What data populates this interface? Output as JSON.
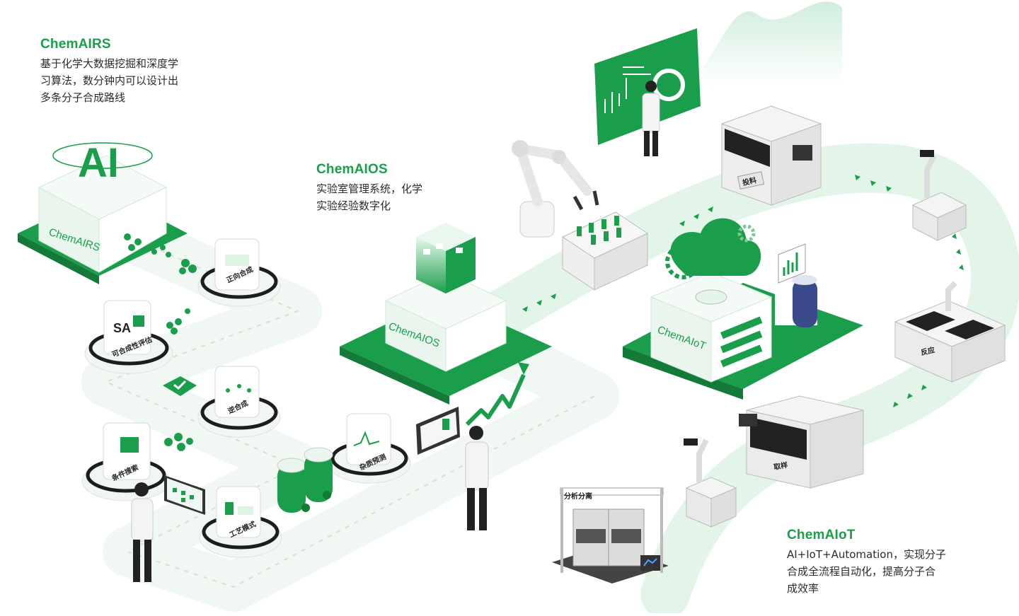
{
  "chemairs": {
    "title": "ChemAIRS",
    "desc": [
      "基于化学大数据挖掘和深度学",
      "习算法，数分钟内可以设计出",
      "多条分子合成路线"
    ],
    "logo_letters": "AI",
    "brand": "ChemAIRS"
  },
  "chemaios": {
    "title": "ChemAIOS",
    "desc": [
      "实验室管理系统，化学",
      "实验经验数字化"
    ],
    "brand": "ChemAIOS"
  },
  "chemaiot": {
    "title": "ChemAIoT",
    "desc": [
      "AI+IoT+Automation，实现分子",
      "合成全流程自动化，提高分子合",
      "成效率"
    ],
    "brand": "ChemAIoT"
  },
  "modules": {
    "forward": "正向合成",
    "sa_letters": "SA",
    "sa": "可合成性评估",
    "retro": "逆合成",
    "condition": "条件搜索",
    "process": "工艺模式",
    "impurity": "杂质预测"
  },
  "stations": {
    "feed": "投料",
    "reaction": "反应",
    "sampling": "取样",
    "analysis": "分析分离"
  },
  "colors": {
    "green": "#1a9e4b",
    "light_green": "#dff3e5",
    "dark": "#1d1d1d"
  }
}
